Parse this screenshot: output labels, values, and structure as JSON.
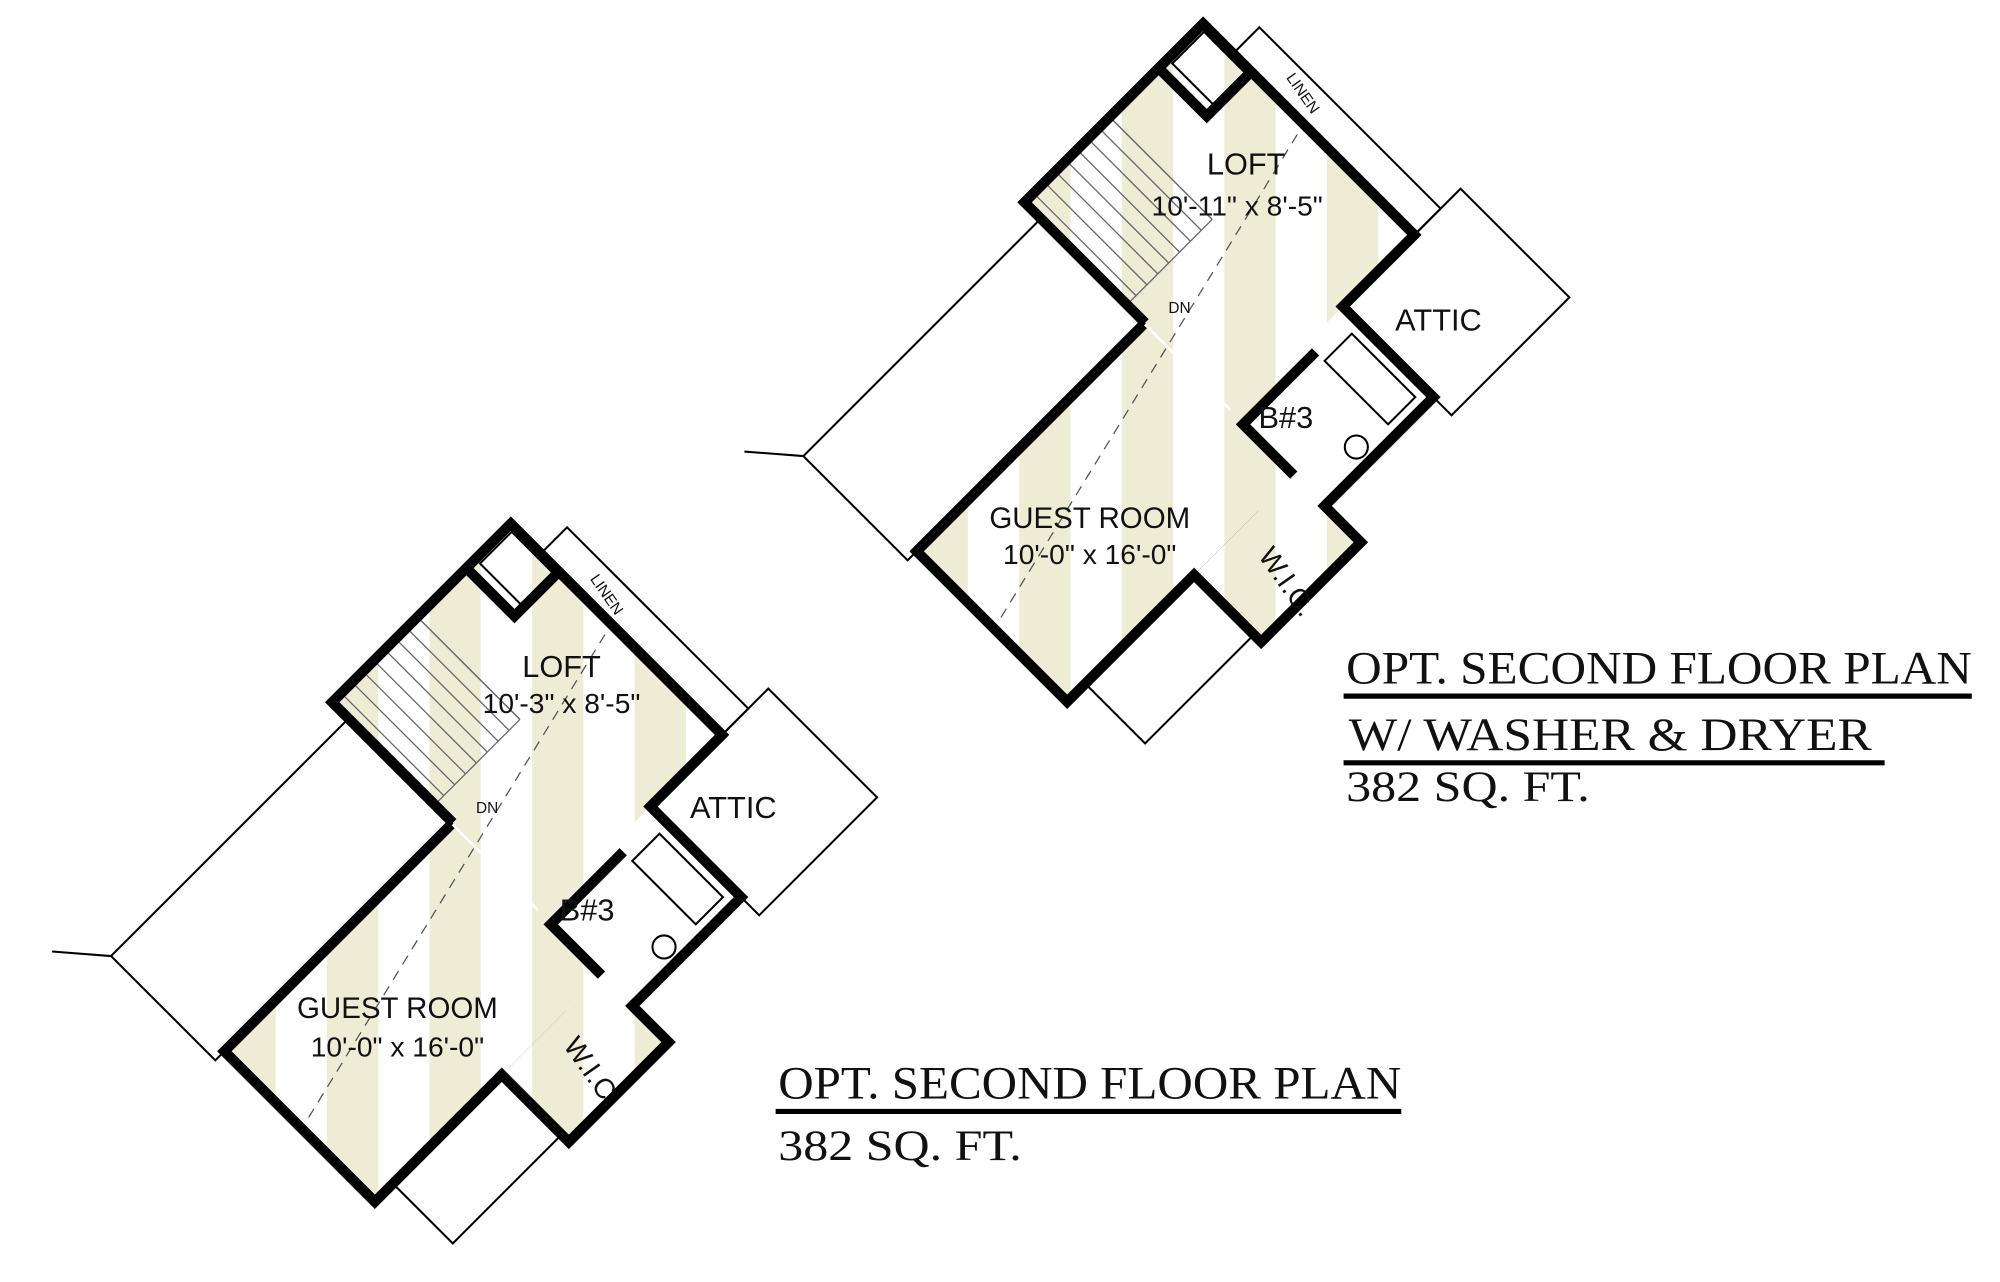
{
  "plans": [
    {
      "title": "OPT. SECOND FLOOR PLAN",
      "subtitle": "W/ WASHER & DRYER",
      "area": "382  SQ. FT.",
      "rooms": {
        "loft": "LOFT",
        "loft_dims": "10'-11\" x 8'-5\"",
        "guest": "GUEST  ROOM",
        "guest_dims": "10'-0\" x 16'-0\"",
        "attic": "ATTIC",
        "bath": "B#3",
        "wic": "W.I.C.",
        "linen": "LINEN",
        "stairs": "DN"
      }
    },
    {
      "title": "OPT. SECOND FLOOR PLAN",
      "area": "382  SQ. FT.",
      "rooms": {
        "loft": "LOFT",
        "loft_dims": "10'-3\" x 8'-5\"",
        "guest": "GUEST  ROOM",
        "guest_dims": "10'-0\" x 16'-0\"",
        "attic": "ATTIC",
        "bath": "B#3",
        "wic": "W.I.C.",
        "linen": "LINEN",
        "stairs": "DN"
      }
    }
  ],
  "colors": {
    "floor": "#efecd6",
    "wall": "#000000"
  }
}
